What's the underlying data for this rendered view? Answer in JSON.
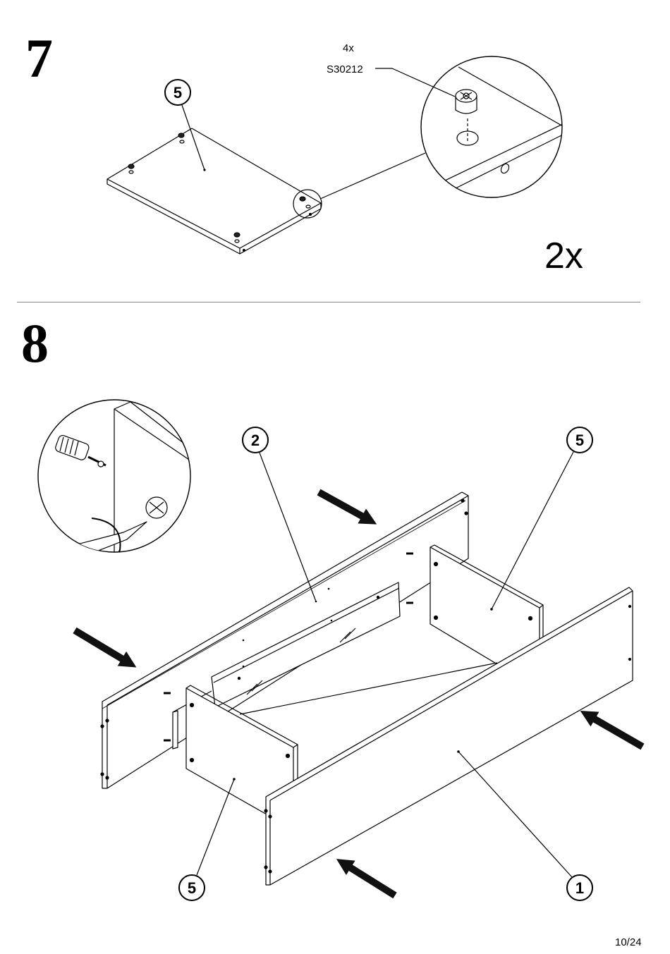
{
  "steps": [
    {
      "number": "7",
      "quantity": "2x",
      "hardware": {
        "count": "4x",
        "code": "S30212"
      }
    },
    {
      "number": "8"
    }
  ],
  "callouts": {
    "step7_panel": "5",
    "step8_back": "2",
    "step8_right": "5",
    "step8_left": "5",
    "step8_front": "1"
  },
  "page": "10/24"
}
